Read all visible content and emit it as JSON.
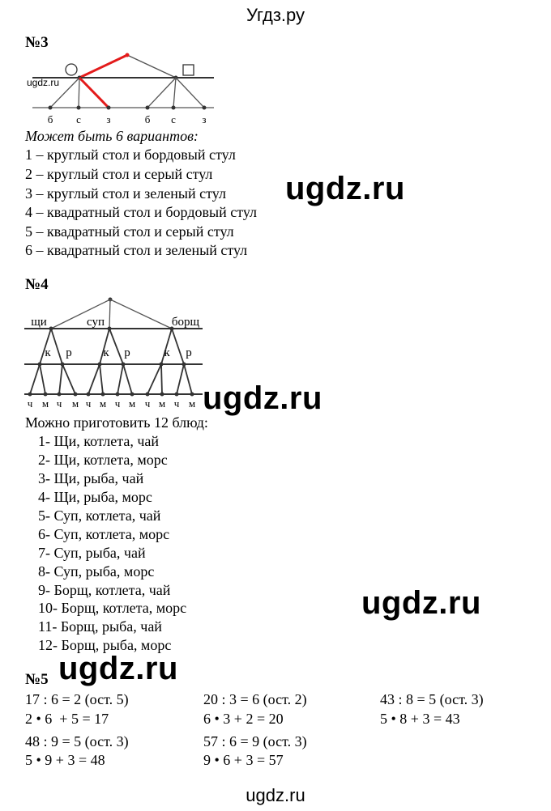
{
  "header": {
    "site_title": "Угдз.ру"
  },
  "task3": {
    "heading": "№3",
    "diagram": {
      "watermark": "ugdz.ru",
      "leaf_labels": [
        "б",
        "с",
        "з",
        "б",
        "с",
        "з"
      ],
      "highlight_color": "#e31b1b"
    },
    "intro": "Может быть 6 вариантов:",
    "items": [
      "1 – круглый стол и бордовый стул",
      "2 – круглый стол и серый стул",
      "3 – круглый стол и зеленый стул",
      "4 – квадратный стол и бордовый стул",
      "5 – квадратный стол и серый стул",
      "6 – квадратный стол и зеленый стул"
    ]
  },
  "task4": {
    "heading": "№4",
    "diagram": {
      "level1": [
        "щи",
        "суп",
        "борщ"
      ],
      "level2": [
        "к",
        "р",
        "к",
        "р",
        "к",
        "р"
      ],
      "level3": [
        "ч",
        "м",
        "ч",
        "м",
        "ч",
        "м",
        "ч",
        "м",
        "ч",
        "м",
        "ч",
        "м"
      ]
    },
    "intro": "Можно приготовить 12 блюд:",
    "items": [
      "1- Щи, котлета, чай",
      "2- Щи, котлета, морс",
      "3- Щи, рыба, чай",
      "4- Щи, рыба, морс",
      "5- Суп, котлета, чай",
      "6- Суп, котлета, морс",
      "7- Суп, рыба, чай",
      "8- Суп, рыба, морс",
      "9- Борщ, котлета, чай",
      "10- Борщ, котлета, морс",
      "11- Борщ, рыба, чай",
      "12- Борщ, рыба, морс"
    ]
  },
  "task5": {
    "heading": "№5",
    "rows": [
      [
        "17 : 6 = 2 (ост. 5)",
        "20 : 3 = 6 (ост. 2)",
        "43 : 8 = 5 (ост. 3)"
      ],
      [
        "2 • 6  + 5 = 17",
        "6 • 3 + 2 = 20",
        "5 • 8 + 3 = 43"
      ],
      [
        "48 : 9 = 5 (ост. 3)",
        "57 : 6 = 9 (ост. 3)"
      ],
      [
        "5 • 9 + 3 = 48",
        "9 • 6 + 3 = 57"
      ]
    ]
  },
  "watermarks": [
    "ugdz.ru",
    "ugdz.ru",
    "ugdz.ru",
    "ugdz.ru"
  ],
  "footer": {
    "text": "ugdz.ru"
  }
}
